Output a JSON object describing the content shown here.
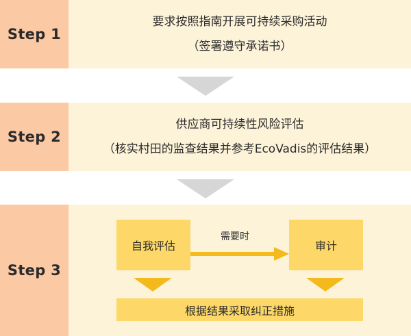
{
  "steps": [
    {
      "label": "Step 1",
      "lines": [
        "要求按照指南开展可持续采购活动",
        "（签署遵守承诺书）"
      ]
    },
    {
      "label": "Step 2",
      "lines": [
        "供应商可持续性风险评估",
        "（核实村田的监查结果并参考EcoVadis的评估结果）"
      ]
    },
    {
      "label": "Step 3",
      "self_assessment": "自我评估",
      "flow_label": "需要时",
      "audit": "审计",
      "corrective_action": "根据结果采取纠正措施"
    }
  ],
  "colors": {
    "step_label_bg": "#fbc9a3",
    "row_bg": "#fdf3d9",
    "box_bg": "#fdd868",
    "arrow_gray": "#d6d6d6",
    "arrow_gold": "#f4b91c"
  }
}
